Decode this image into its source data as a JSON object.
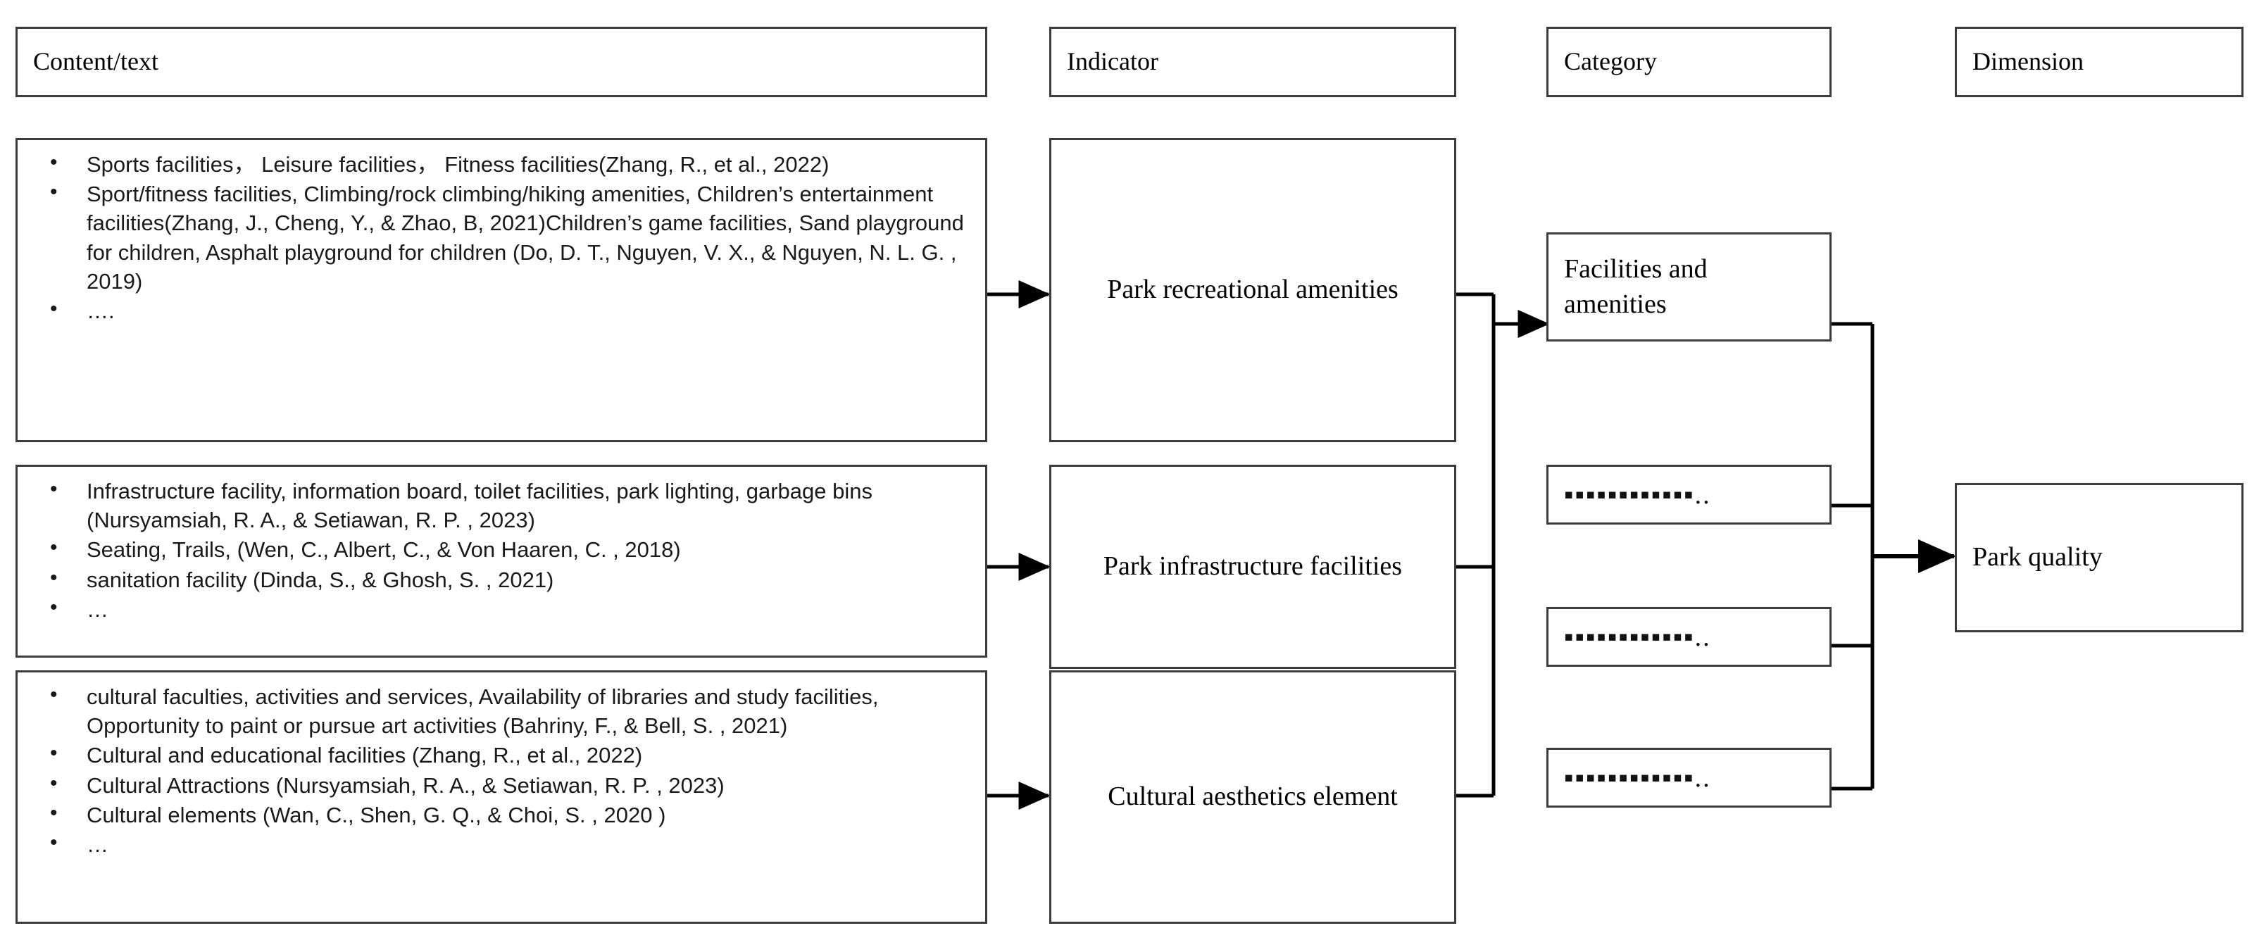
{
  "diagram": {
    "title_row": {
      "content_header": "Content/text",
      "indicator_header": "Indicator",
      "category_header": "Category",
      "dimension_header": "Dimension"
    },
    "content_groups": [
      {
        "id": "recreational",
        "bullets": [
          "Sports facilities，  Leisure facilities，  Fitness facilities(Zhang, R., et al., 2022)",
          "Sport/fitness facilities, Climbing/rock climbing/hiking amenities, Children’s entertainment facilities(Zhang, J., Cheng, Y., & Zhao, B, 2021)Children’s game facilities, Sand playground for children, Asphalt playground for children (Do, D. T., Nguyen, V. X., & Nguyen, N. L. G. , 2019)",
          "…."
        ]
      },
      {
        "id": "infrastructure",
        "bullets": [
          "Infrastructure facility, information board, toilet facilities, park lighting, garbage bins (Nursyamsiah, R. A., & Setiawan, R. P. , 2023)",
          "Seating, Trails, (Wen, C., Albert, C., & Von Haaren, C. , 2018)",
          "sanitation facility  (Dinda, S., & Ghosh, S. , 2021)",
          "…"
        ]
      },
      {
        "id": "cultural",
        "bullets": [
          "cultural faculties, activities and services, Availability of libraries and study facilities, Opportunity to paint or pursue art activities (Bahriny, F., & Bell, S. , 2021)",
          "Cultural and educational facilities (Zhang, R., et al., 2022)",
          "Cultural Attractions (Nursyamsiah, R. A., & Setiawan, R. P. , 2023)",
          " Cultural elements (Wan, C., Shen, G. Q., & Choi, S. , 2020 )",
          "…"
        ]
      }
    ],
    "indicators": [
      {
        "id": "park-recreational-amenities",
        "label": "Park recreational amenities"
      },
      {
        "id": "park-infrastructure-facilities",
        "label": "Park infrastructure facilities"
      },
      {
        "id": "cultural-aesthetics-element",
        "label": "Cultural aesthetics element"
      }
    ],
    "categories": [
      {
        "id": "facilities-and-amenities",
        "label": "Facilities and amenities",
        "placeholder": false
      },
      {
        "id": "category-placeholder-1",
        "label": "▪▪▪▪▪▪▪▪▪▪▪▪..",
        "placeholder": true
      },
      {
        "id": "category-placeholder-2",
        "label": "▪▪▪▪▪▪▪▪▪▪▪▪..",
        "placeholder": true
      },
      {
        "id": "category-placeholder-3",
        "label": "▪▪▪▪▪▪▪▪▪▪▪▪..",
        "placeholder": true
      }
    ],
    "dimension": {
      "id": "park-quality",
      "label": "Park quality"
    },
    "colors": {
      "border": "#3c3c3c",
      "connector": "#000000",
      "text": "#000000",
      "background": "#ffffff"
    }
  }
}
